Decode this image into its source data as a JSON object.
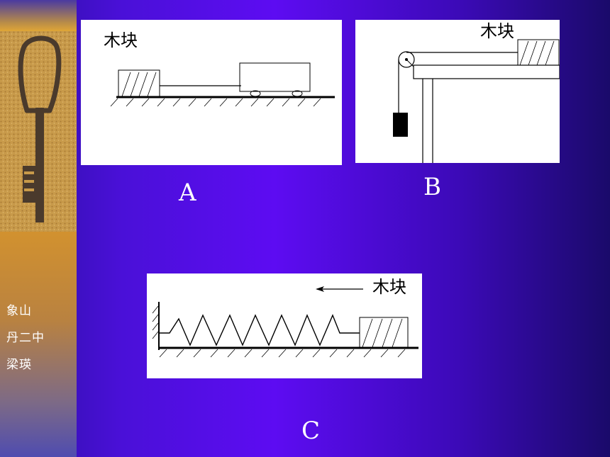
{
  "sidebar": {
    "author_lines": [
      "象山",
      "丹二中",
      "梁瑛"
    ]
  },
  "diagrams": {
    "a": {
      "label": "木块",
      "caption": "A"
    },
    "b": {
      "label": "木块",
      "caption": "B"
    },
    "c": {
      "label": "木块",
      "caption": "C"
    }
  },
  "colors": {
    "background": "#5d0cf2",
    "sidebar": "#e0a030",
    "panel": "#ffffff",
    "caption": "#ffffff"
  },
  "icons": {
    "sidebar_image": "iron-key",
    "direction_arrow": "arrow-left"
  }
}
